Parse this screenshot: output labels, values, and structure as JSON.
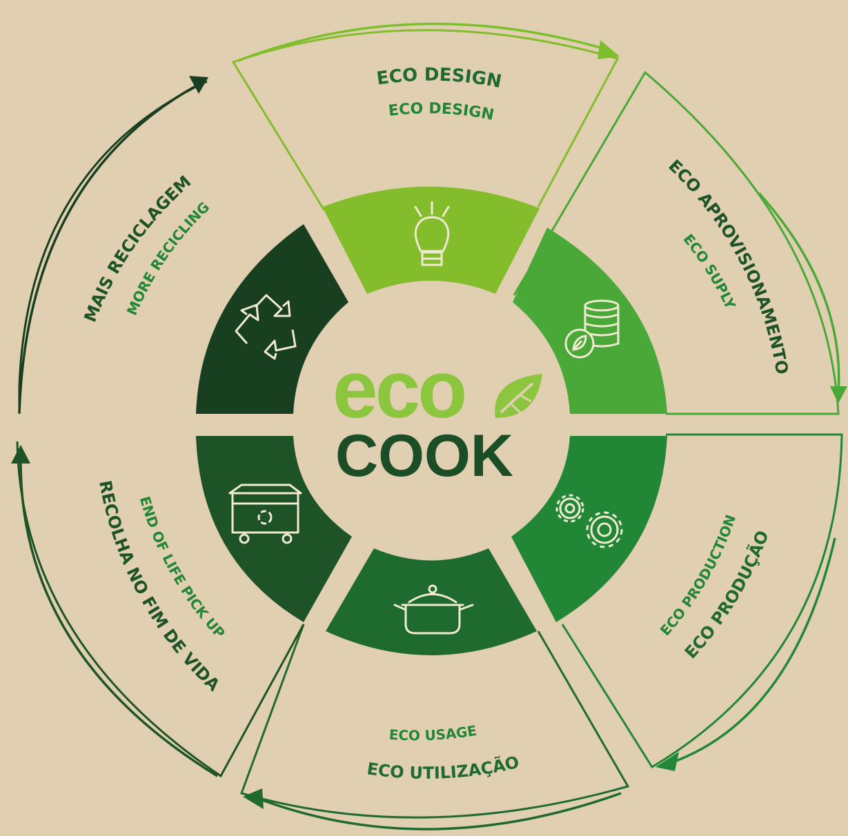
{
  "logo": {
    "eco": "eco",
    "cook": "COOK"
  },
  "stages": [
    {
      "id": "design",
      "primary": "ECO DESIGN",
      "secondary": "ECO DESIGN",
      "icon": "lightbulb-icon",
      "color": "#84bd2b"
    },
    {
      "id": "supply",
      "primary": "ECO APROVISIONAMENTO",
      "secondary": "ECO SUPLY",
      "icon": "coins-leaf-icon",
      "color": "#4aa838"
    },
    {
      "id": "production",
      "primary": "ECO PRODUÇÃO",
      "secondary": "ECO PRODUCTION",
      "icon": "gears-icon",
      "color": "#218636"
    },
    {
      "id": "usage",
      "primary": "ECO UTILIZAÇÃO",
      "secondary": "ECO USAGE",
      "icon": "cooking-pot-icon",
      "color": "#1f6a2e"
    },
    {
      "id": "pickup",
      "primary": "RECOLHA NO FIM DE VIDA",
      "secondary": "END OF LIFE PICK UP",
      "icon": "recycling-bin-icon",
      "color": "#1e5327"
    },
    {
      "id": "recycling",
      "primary": "MAIS RECICLAGEM",
      "secondary": "MORE RECICLING",
      "icon": "recycle-icon",
      "color": "#173f20"
    }
  ],
  "colors": {
    "background": "#e0cfb0",
    "eco_light": "#8cc63f",
    "cook_dark": "#1b4d26",
    "icon_line": "#f1ead3"
  }
}
